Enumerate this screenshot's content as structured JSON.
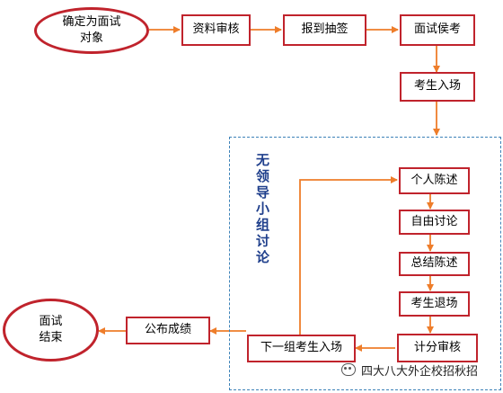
{
  "colors": {
    "arrow": "#ee7d2a",
    "box_border": "#c0232c",
    "group_border": "#3d82b8",
    "vertical_title": "#1f3f8c"
  },
  "nodes": {
    "start": "确定为面试对象",
    "review": "资料审核",
    "checkin": "报到抽签",
    "wait": "面试侯考",
    "enter": "考生入场",
    "statement": "个人陈述",
    "discussion": "自由讨论",
    "summary": "总结陈述",
    "exit": "考生退场",
    "scoring": "计分审核",
    "next_group": "下一组考生入场",
    "publish": "公布成绩",
    "end": "面试结束"
  },
  "group_title": "无领导小组讨论",
  "watermark": {
    "icon": "wechat-icon",
    "text": "四大八大外企校招秋招"
  }
}
